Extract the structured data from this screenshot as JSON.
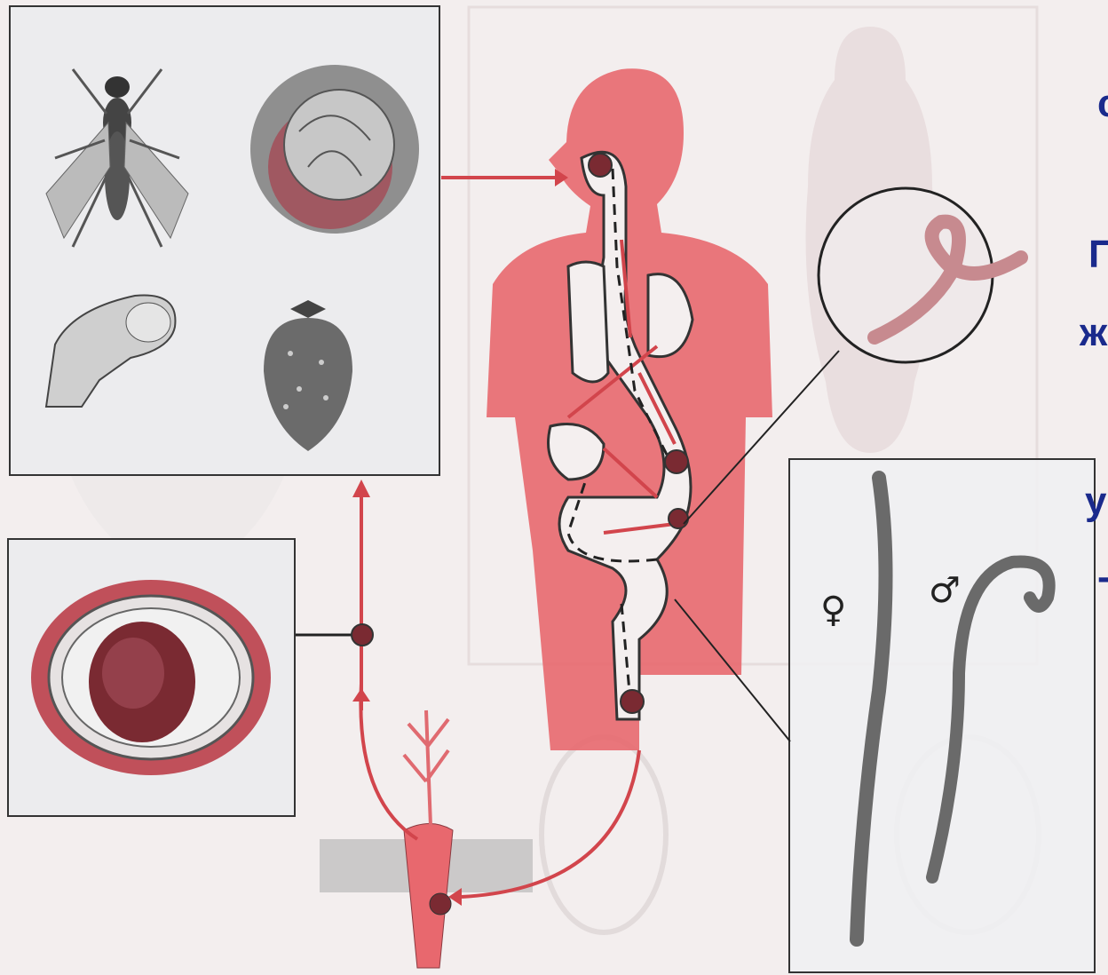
{
  "colors": {
    "body_red": "#e8686e",
    "arrow_red": "#d2454c",
    "text_blue": "#1a2a8c",
    "panel_border": "#333333"
  },
  "labels": {
    "female_symbol": "♀",
    "male_symbol": "♂"
  },
  "side_text": [
    "с",
    "П",
    "ж",
    "у",
    "-"
  ],
  "icons": [
    "fly-icon",
    "cabbage-icon",
    "finger-icon",
    "strawberry-icon",
    "egg-icon",
    "carrot-icon",
    "worm-icon"
  ]
}
